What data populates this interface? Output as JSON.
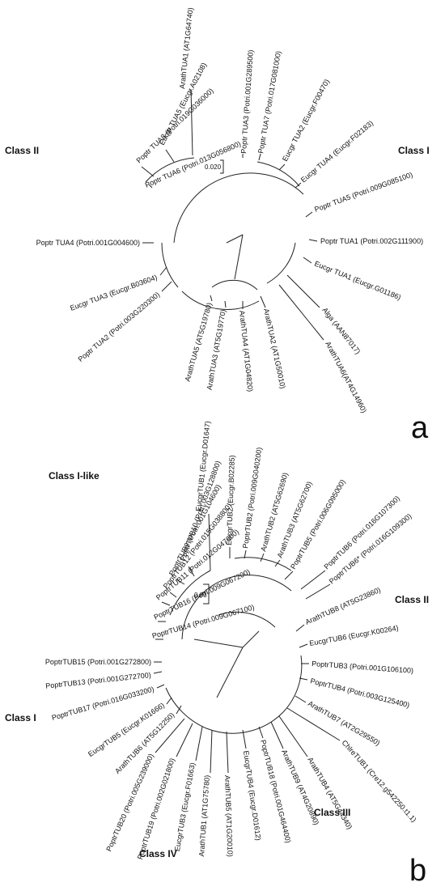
{
  "panel_a": {
    "label": "a",
    "scale_label": "0.020",
    "classes": [
      "Class II",
      "Class I"
    ],
    "leaves": [
      "ArathTUA1 (AT1G64740)",
      "Eucgr TUA5 (Eucgr.A02108)",
      "Poptr TUA8 (Potri.019G036000)",
      "Poptr TUA6 (Potri.013G056800)",
      "Poptr TUA4 (Potri.001G004600)",
      "Eucgr TUA3 (Eucgr.B03604)",
      "Poptr TUA2 (Potri.003G220300)",
      "ArathTUA5 (AT5G19780)",
      "ArathTUA3 (AT5G19770)",
      "ArathTUA4 (AT1G04820)",
      "ArathTUA2 (AT1G50010)",
      "ArathTUA6(AT4G14960)",
      "Alga (AAN87017)",
      "Eucgr TUA1 (Eucgr.G01186)",
      "Poptr TUA1 (Potri.002G111900)",
      "Poptr TUA5 (Potri.009G085100)",
      "Eucgr TUA4 (Eucgr.F02183)",
      "Eucgr TUA2 (Eucgr.F00470)",
      "Poptr TUA7 (Potri.017G081000)",
      "Poptr TUA3 (Potri.001G289500)"
    ]
  },
  "panel_b": {
    "label": "b",
    "scale_label": "0.03",
    "classes": [
      "Class I-like",
      "Class II",
      "Class I",
      "Class IV",
      "Class III"
    ],
    "leaves": [
      "EucgrTUB1 (Eucgr.D01647)",
      "PoptrTUB10 (Potri.003G128800)",
      "PoptrTUB9 (Potri.001G104600)",
      "PoptrTUB12 (Potri.015G038800)",
      "PoptrTUB11 (Potri.012G047600)",
      "PoptrTUB16 (Potri.009G067200)",
      "PoptrTUB14 (Potri.009G067100)",
      "PoptrTUB15 (Potri.001G272800)",
      "PoptrTUB13 (Potri.001G272700)",
      "PoptrTUB17 (Potri.016G033200)",
      "EucgrTUB5 (Eucgr.K01666)",
      "ArathTUB6 (AT5G12250)",
      "PoptrTUB20 (Potri.005G239000)",
      "PoptrTUB19 (Potri.002G021800)",
      "EucgrTUB3 (Eucgr.F01663)",
      "ArathTUB1 (AT1G75780)",
      "ArathTUB5 (AT1G20010)",
      "EucgrTUB4 (Eucgr.D01612)",
      "PoptrTUB18 (Potri.001G464400)",
      "ArathTUB9 (AT4G20890)",
      "ArathTUB4 (AT5G44340)",
      "ChlreTUB1 (Cre12.g542250.t1.1)",
      "ArathTUB7 (AT2G29550)",
      "PoptrTUB4 (Potri.003G125400)",
      "PoptrTUB3 (Potri.001G106100)",
      "EucgrTUB6 (Eucgr.K00264)",
      "ArathTUB8 (AT5G23860)",
      "PoptrTUB6* (Potri.016G109300)",
      "PoptrTUB6 (Potri.016G107300)",
      "PoptrTUB5 (Potri.006G095000)",
      "ArathTUB3 (AT5G62700)",
      "ArathTUB2 (AT5G62690)",
      "PoptrTUB2 (Potri.009G040200)",
      "EucgrTUB2 (Eucgr.B02285)"
    ]
  }
}
